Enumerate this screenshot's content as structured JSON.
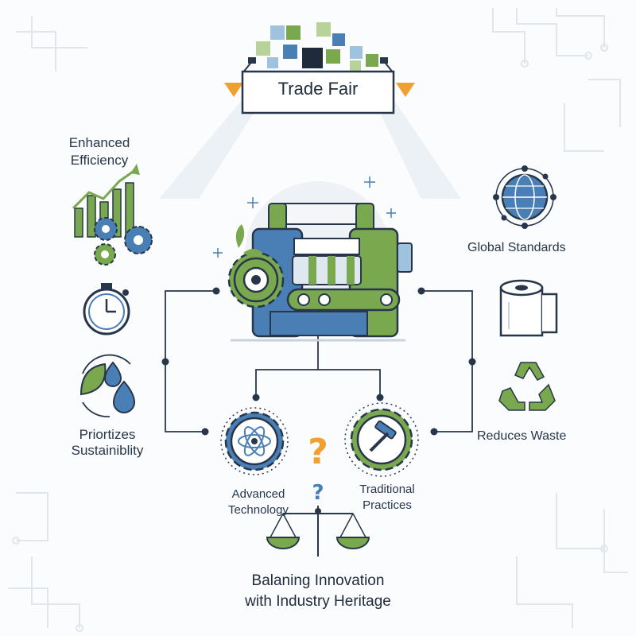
{
  "banner": {
    "title": "Trade Fair"
  },
  "left": {
    "efficiency": {
      "line1": "Enhanced",
      "line2": "Efficiency"
    },
    "sustainability": {
      "line1": "Priortizes",
      "line2": "Sustainiblity"
    }
  },
  "right": {
    "global": "Global Standards",
    "waste": "Reduces Waste"
  },
  "center": {
    "advanced": {
      "line1": "Advanced",
      "line2": "Technology"
    },
    "traditional": {
      "line1": "Traditional",
      "line2": "Practices"
    }
  },
  "footer": {
    "line1": "Balaning Innovation",
    "line2": "with Industry Heritage"
  },
  "colors": {
    "navy": "#27364a",
    "blue": "#4a7fb5",
    "green": "#7aa84f",
    "orange": "#f0a030",
    "circuit": "#e1e6ec"
  },
  "icons": [
    "growth-chart-gears-icon",
    "stopwatch-icon",
    "leaf-water-cycle-icon",
    "globe-network-icon",
    "paper-roll-icon",
    "recycle-icon",
    "machine-icon",
    "atom-gear-icon",
    "hammer-gear-icon",
    "question-mark-icon",
    "balance-scale-icon"
  ]
}
